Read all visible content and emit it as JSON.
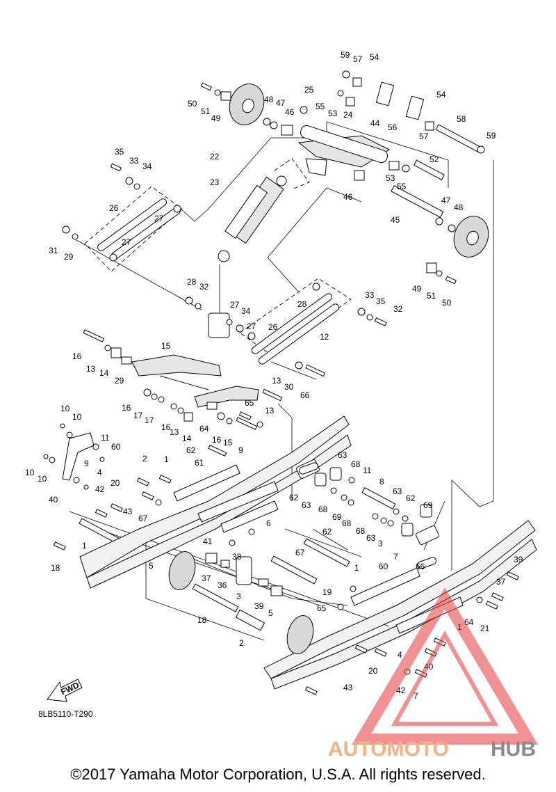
{
  "diagram_code": "8LB5110-T290",
  "fwd_label": "FWD",
  "copyright": "©2017 Yamaha Motor Corporation, U.S.A. All rights reserved.",
  "watermark": {
    "text_a": "AUTOMOTO",
    "text_b": "HUB",
    "color_a": "#f4b183",
    "color_b": "#8c8c8c",
    "triangle_color": "#e5383b"
  },
  "callouts": [
    {
      "n": "59"
    },
    {
      "n": "57"
    },
    {
      "n": "54"
    },
    {
      "n": "50"
    },
    {
      "n": "51"
    },
    {
      "n": "49"
    },
    {
      "n": "48"
    },
    {
      "n": "47"
    },
    {
      "n": "46"
    },
    {
      "n": "25"
    },
    {
      "n": "55"
    },
    {
      "n": "53"
    },
    {
      "n": "24"
    },
    {
      "n": "54"
    },
    {
      "n": "57"
    },
    {
      "n": "56"
    },
    {
      "n": "58"
    },
    {
      "n": "59"
    },
    {
      "n": "44"
    },
    {
      "n": "53"
    },
    {
      "n": "55"
    },
    {
      "n": "52"
    },
    {
      "n": "46"
    },
    {
      "n": "45"
    },
    {
      "n": "47"
    },
    {
      "n": "48"
    },
    {
      "n": "22"
    },
    {
      "n": "23"
    },
    {
      "n": "35"
    },
    {
      "n": "33"
    },
    {
      "n": "34"
    },
    {
      "n": "26"
    },
    {
      "n": "27"
    },
    {
      "n": "31"
    },
    {
      "n": "29"
    },
    {
      "n": "27"
    },
    {
      "n": "49"
    },
    {
      "n": "51"
    },
    {
      "n": "50"
    },
    {
      "n": "28"
    },
    {
      "n": "32"
    },
    {
      "n": "27"
    },
    {
      "n": "34"
    },
    {
      "n": "33"
    },
    {
      "n": "35"
    },
    {
      "n": "32"
    },
    {
      "n": "28"
    },
    {
      "n": "27"
    },
    {
      "n": "26"
    },
    {
      "n": "12"
    },
    {
      "n": "15"
    },
    {
      "n": "16"
    },
    {
      "n": "13"
    },
    {
      "n": "14"
    },
    {
      "n": "29"
    },
    {
      "n": "30"
    },
    {
      "n": "66"
    },
    {
      "n": "13"
    },
    {
      "n": "16"
    },
    {
      "n": "17"
    },
    {
      "n": "17"
    },
    {
      "n": "16"
    },
    {
      "n": "13"
    },
    {
      "n": "14"
    },
    {
      "n": "64"
    },
    {
      "n": "65"
    },
    {
      "n": "13"
    },
    {
      "n": "16"
    },
    {
      "n": "15"
    },
    {
      "n": "9"
    },
    {
      "n": "10"
    },
    {
      "n": "10"
    },
    {
      "n": "11"
    },
    {
      "n": "60"
    },
    {
      "n": "62"
    },
    {
      "n": "63"
    },
    {
      "n": "68"
    },
    {
      "n": "11"
    },
    {
      "n": "10"
    },
    {
      "n": "10"
    },
    {
      "n": "9"
    },
    {
      "n": "4"
    },
    {
      "n": "2"
    },
    {
      "n": "1"
    },
    {
      "n": "61"
    },
    {
      "n": "8"
    },
    {
      "n": "40"
    },
    {
      "n": "20"
    },
    {
      "n": "42"
    },
    {
      "n": "43"
    },
    {
      "n": "67"
    },
    {
      "n": "62"
    },
    {
      "n": "63"
    },
    {
      "n": "68"
    },
    {
      "n": "69"
    },
    {
      "n": "68"
    },
    {
      "n": "63"
    },
    {
      "n": "62"
    },
    {
      "n": "69"
    },
    {
      "n": "68"
    },
    {
      "n": "63"
    },
    {
      "n": "3"
    },
    {
      "n": "6"
    },
    {
      "n": "1"
    },
    {
      "n": "41"
    },
    {
      "n": "62"
    },
    {
      "n": "7"
    },
    {
      "n": "18"
    },
    {
      "n": "5"
    },
    {
      "n": "38"
    },
    {
      "n": "67"
    },
    {
      "n": "66"
    },
    {
      "n": "39"
    },
    {
      "n": "37"
    },
    {
      "n": "36"
    },
    {
      "n": "3"
    },
    {
      "n": "1"
    },
    {
      "n": "60"
    },
    {
      "n": "37"
    },
    {
      "n": "39"
    },
    {
      "n": "5"
    },
    {
      "n": "19"
    },
    {
      "n": "18"
    },
    {
      "n": "65"
    },
    {
      "n": "64"
    },
    {
      "n": "21"
    },
    {
      "n": "2"
    },
    {
      "n": "1"
    },
    {
      "n": "4"
    },
    {
      "n": "40"
    },
    {
      "n": "20"
    },
    {
      "n": "43"
    },
    {
      "n": "42"
    },
    {
      "n": "7"
    }
  ]
}
